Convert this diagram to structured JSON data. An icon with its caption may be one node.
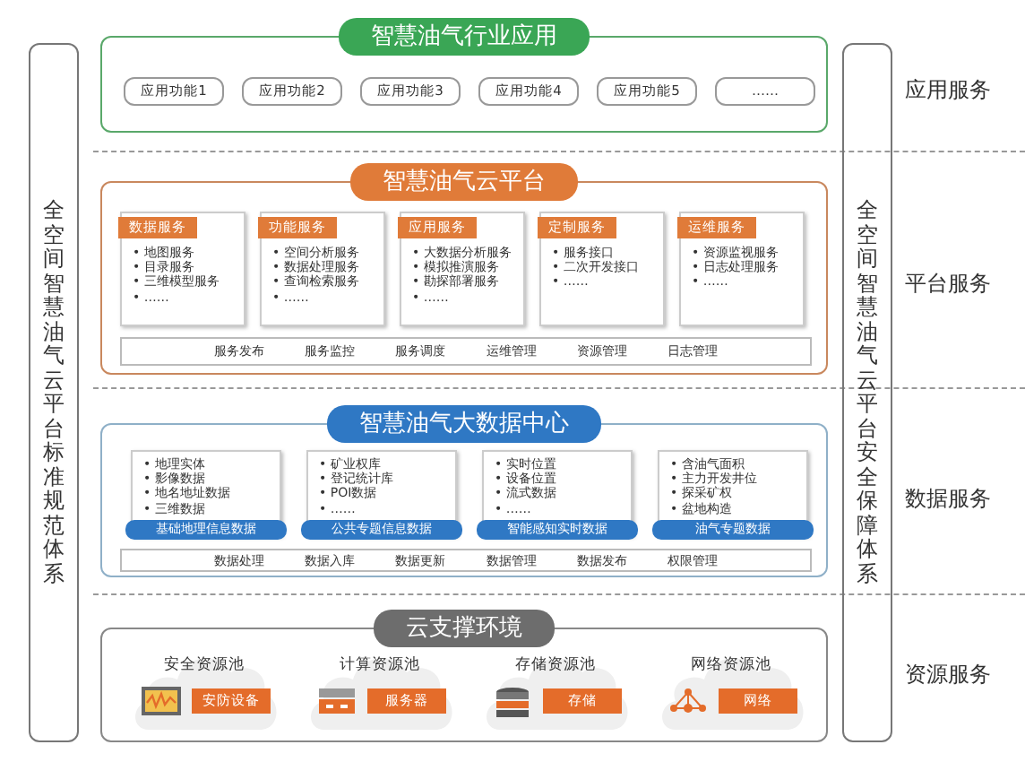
{
  "diagram": {
    "nodes": [
      {
        "text": [
          "全空间智慧油气云平台标准规范体系"
        ]
      },
      {
        "text": [
          "智慧油气行业应用"
        ]
      },
      {
        "text": [
          "应用功能1"
        ],
        "in": 1
      },
      {
        "text": [
          "应用功能2"
        ],
        "in": 1
      },
      {
        "text": [
          "应用功能3"
        ],
        "in": 1
      },
      {
        "text": [
          "应用功能4"
        ],
        "in": 1
      },
      {
        "text": [
          "应用功能5"
        ],
        "in": 1
      },
      {
        "text": [
          "……"
        ],
        "in": 1
      },
      {
        "text": [
          "智慧油气云平台"
        ]
      },
      {
        "text": [
          "数据服务",
          "• 地图服务",
          "• 目录服务",
          "• 三维模型服务",
          "• ……"
        ],
        "in": 8
      },
      {
        "text": [
          "功能服务",
          "• 空间分析服务",
          "• 数据处理服务",
          "• 查询检索服务",
          "• ……"
        ],
        "in": 8
      },
      {
        "text": [
          "应用服务",
          "• 大数据分析服务",
          "• 模拟推演服务",
          "• 勘探部署服务",
          "• ……"
        ],
        "in": 8
      },
      {
        "text": [
          "定制服务",
          "• 服务接口",
          "• 二次开发接口",
          "• ……"
        ],
        "in": 8
      },
      {
        "text": [
          "运维服务",
          "• 资源监视服务",
          "• 日志处理服务",
          "• ……"
        ],
        "in": 8
      },
      {
        "text": [
          "服务发布",
          "服务监控",
          "服务调度",
          "运维管理",
          "资源管理",
          "日志管理"
        ],
        "in": 8
      },
      {
        "text": [
          "智慧油气大数据中心"
        ]
      },
      {
        "text": [
          "• 地理实体",
          "• 影像数据",
          "• 地名地址数据",
          "• 三维数据",
          "基础地理信息数据"
        ],
        "in": 15
      },
      {
        "text": [
          "• 矿业权库",
          "• 登记统计库",
          "• POI数据",
          "• ……",
          "公共专题信息数据"
        ],
        "in": 15
      },
      {
        "text": [
          "• 实时位置",
          "• 设备位置",
          "• 流式数据",
          "• ……",
          "智能感知实时数据"
        ],
        "in": 15
      },
      {
        "text": [
          "• 含油气面积",
          "• 主力开发井位",
          "• 探采矿权",
          "• 盆地构造",
          "油气专题数据"
        ],
        "in": 15
      },
      {
        "text": [
          "数据处理",
          "数据入库",
          "数据更新",
          "数据管理",
          "数据发布",
          "权限管理"
        ],
        "in": 15
      },
      {
        "text": [
          "云支撑环境"
        ]
      },
      {
        "text": [
          "安全资源池",
          "安防设备"
        ],
        "in": 21
      },
      {
        "text": [
          "计算资源池",
          "服务器"
        ],
        "in": 21
      },
      {
        "text": [
          "存储资源池",
          "存储"
        ],
        "in": 21
      },
      {
        "text": [
          "网络资源池",
          "网络"
        ],
        "in": 21
      },
      {
        "text": [
          "全空间智慧油气云平台安全保障体系"
        ]
      }
    ],
    "labels": [
      "应用服务",
      "平台服务",
      "数据服务",
      "资源服务"
    ]
  }
}
